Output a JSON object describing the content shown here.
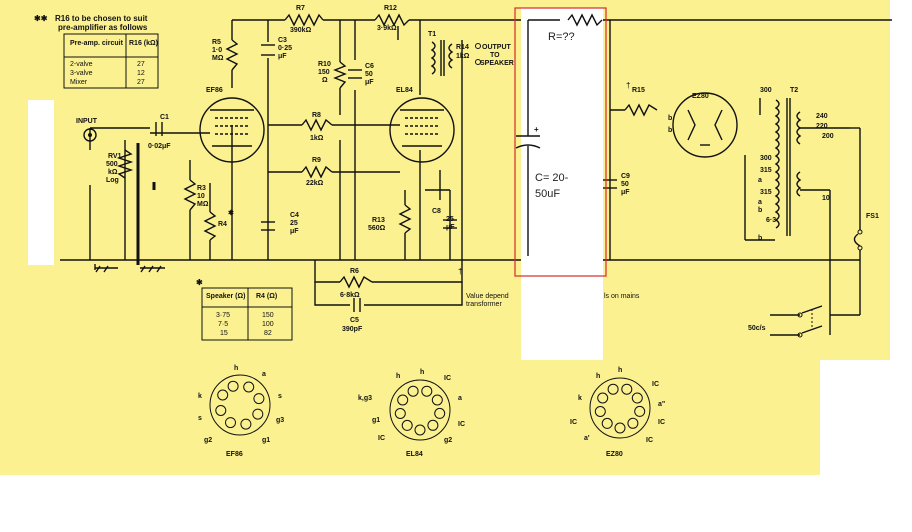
{
  "colors": {
    "paper": "#fbf191",
    "ink": "#111111",
    "overlay_frame": "#d92a2a",
    "overlay_fill": "#ffffff"
  },
  "note": {
    "mark": "✱✱",
    "line1": "R16 to be chosen to suit",
    "line2": "pre-amplifier as follows"
  },
  "preamp_table": {
    "headers": [
      "Pre-amp. circuit",
      "R16 (kΩ)"
    ],
    "rows": [
      [
        "2-valve",
        "27"
      ],
      [
        "3-valve",
        "12"
      ],
      [
        "Mixer",
        "27"
      ]
    ]
  },
  "speaker_table": {
    "mark": "✱",
    "headers": [
      "Speaker (Ω)",
      "R4 (Ω)"
    ],
    "rows": [
      [
        "3·75",
        "150"
      ],
      [
        "7·5",
        "100"
      ],
      [
        "15",
        "82"
      ]
    ]
  },
  "components": {
    "r7": "R7",
    "r7_val": "390kΩ",
    "r12": "R12",
    "r12_val": "3·9kΩ",
    "r5": "R5",
    "r5_val1": "1·0",
    "r5_val2": "MΩ",
    "c3": "C3",
    "c3_val1": "0·25",
    "c3_val2": "μF",
    "r10": "R10",
    "r10_val1": "150",
    "r10_val2": "Ω",
    "c6": "C6",
    "c6_val1": "50",
    "c6_val2": "μF",
    "t1": "T1",
    "r14": "R14",
    "r14_val": "1kΩ",
    "output_l1": "OUTPUT",
    "output_l2": "TO",
    "output_l3": "SPEAKER",
    "ef86": "EF86",
    "el84": "EL84",
    "input": "INPUT",
    "c1": "C1",
    "c1_val": "0·02μF",
    "rv1": "RV1",
    "rv1_v1": "500",
    "rv1_v2": "kΩ",
    "rv1_v3": "Log",
    "r8": "R8",
    "r8_val": "1kΩ",
    "r9": "R9",
    "r9_val": "22kΩ",
    "r3": "R3",
    "r3_v1": "10",
    "r3_v2": "MΩ",
    "r4": "R4",
    "c4": "C4",
    "c4_v1": "25",
    "c4_v2": "μF",
    "r13": "R13",
    "r13_val": "560Ω",
    "c8": "C8",
    "c8_v1": "25",
    "c8_v2": "μF",
    "r6": "R6",
    "r6_val": "6·8kΩ",
    "c5": "C5",
    "c5_val": "390pF",
    "r15": "R15",
    "ez80": "EZ80",
    "c9": "C9",
    "c9_v1": "50",
    "c9_v2": "μF",
    "t2": "T2",
    "tap_300a": "300",
    "tap_300b": "300",
    "tap_315a": "315",
    "tap_315b": "315",
    "tap_240": "240",
    "tap_220": "220",
    "tap_200": "200",
    "tap_10": "10",
    "tap_63": "6·3",
    "fs1": "FS1",
    "switch": "50c/s",
    "dagger_note_l1": "Value depend",
    "dagger_note_l2": "transformer",
    "mains_note": "ls on mains"
  },
  "bases": [
    {
      "name": "EF86",
      "labels": [
        "h",
        "a",
        "s",
        "g3",
        "g1",
        "g2",
        "s",
        "k"
      ]
    },
    {
      "name": "EL84",
      "labels": [
        "h",
        "h",
        "IC",
        "a",
        "IC",
        "g2",
        "IC",
        "g1",
        "k,g3"
      ]
    },
    {
      "name": "EZ80",
      "labels": [
        "h",
        "h",
        "IC",
        "a\"",
        "IC",
        "IC",
        "a'",
        "IC",
        "k"
      ]
    }
  ],
  "overlay": {
    "resistor_label": "R=??",
    "cap_label_l1": "C= 20-",
    "cap_label_l2": "50uF",
    "cap_plus": "+"
  }
}
